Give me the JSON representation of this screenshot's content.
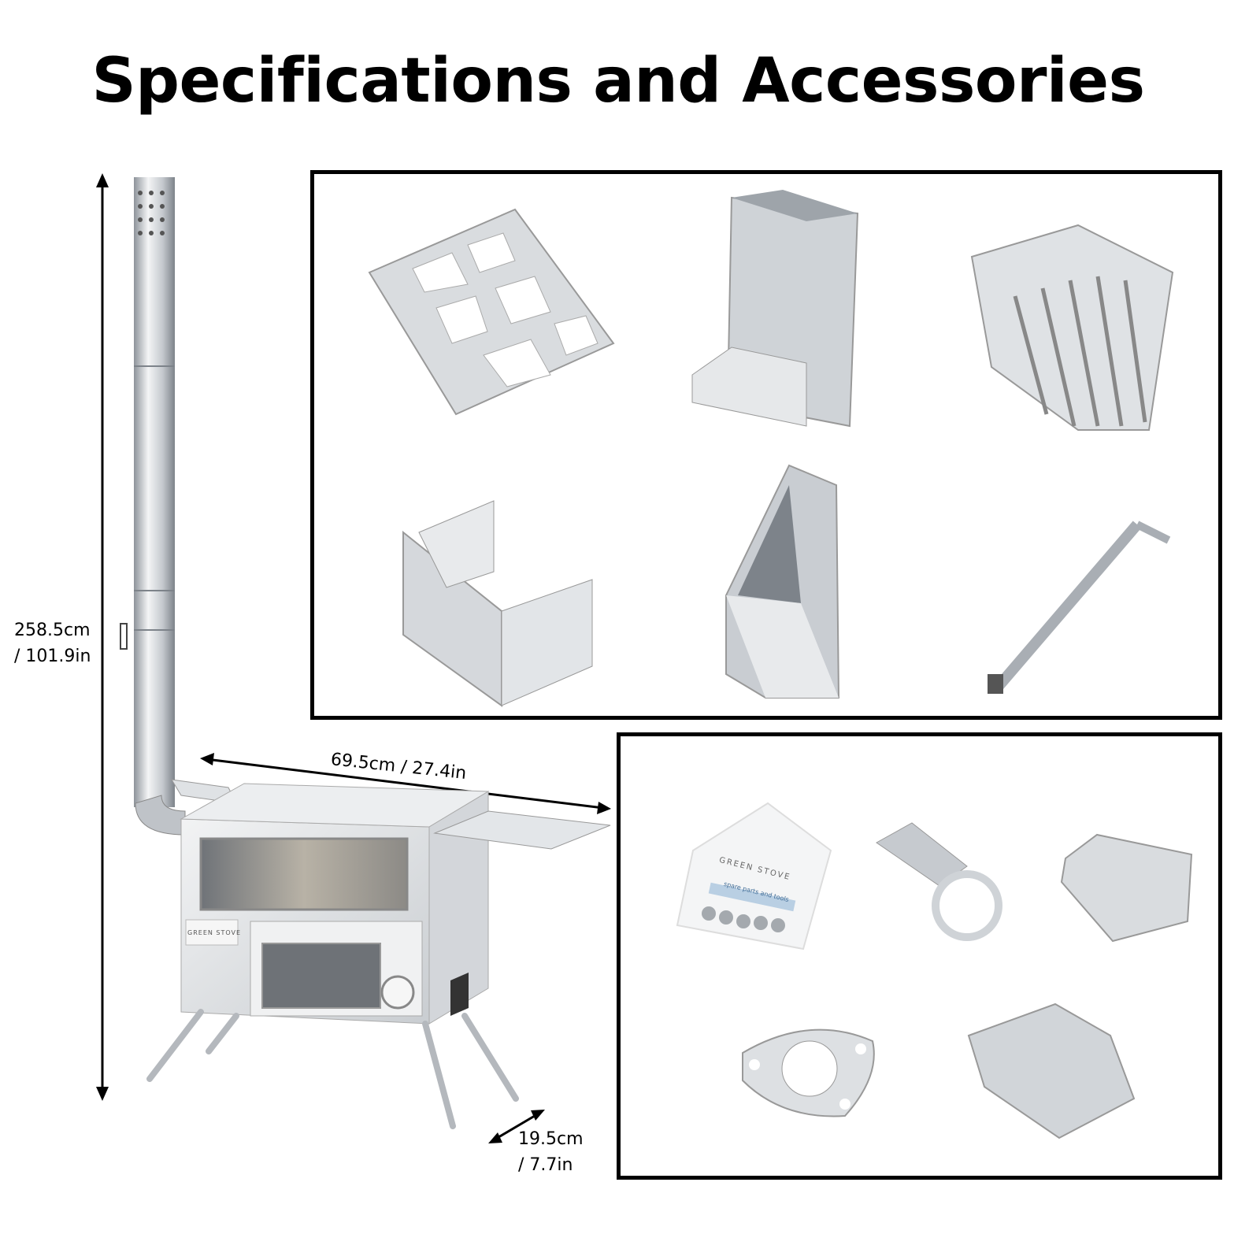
{
  "title": "Specifications and Accessories",
  "dimensions": {
    "height_cm": "258.5cm",
    "height_in": "/ 101.9in",
    "width": "69.5cm / 27.4in",
    "depth_cm": "19.5cm",
    "depth_in": "/ 7.7in"
  },
  "brand_logo": "GREEN STOVE",
  "accessory_bag_label": "spare parts and tools",
  "colors": {
    "steel": "#d7dade",
    "steel_dark": "#9aa0a6",
    "border": "#000000"
  }
}
